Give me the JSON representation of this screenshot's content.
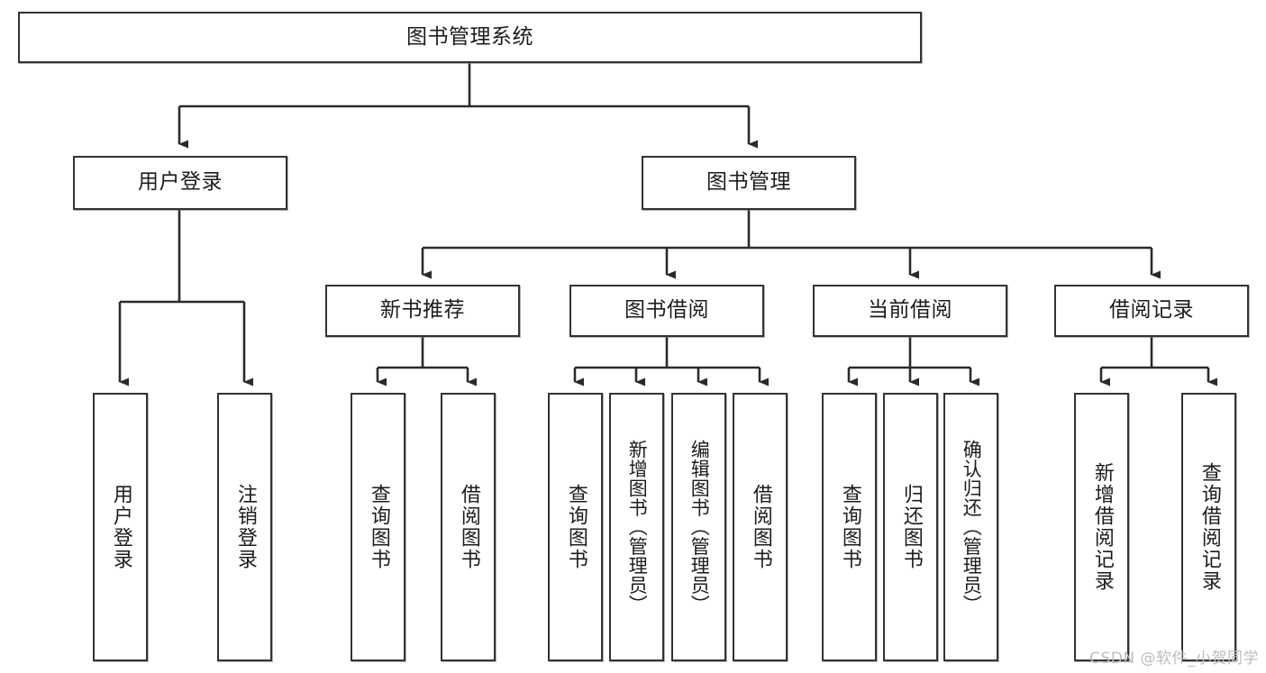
{
  "diagram": {
    "type": "tree-hierarchy-chart",
    "title": "图书管理系统",
    "root": {
      "id": "root",
      "label": "图书管理系统"
    },
    "level2": [
      {
        "id": "user-login",
        "label": "用户登录"
      },
      {
        "id": "book-manage",
        "label": "图书管理"
      }
    ],
    "level3": [
      {
        "id": "new-book-recommend",
        "label": "新书推荐",
        "parent": "book-manage"
      },
      {
        "id": "book-borrow",
        "label": "图书借阅",
        "parent": "book-manage"
      },
      {
        "id": "current-borrow",
        "label": "当前借阅",
        "parent": "book-manage"
      },
      {
        "id": "borrow-record",
        "label": "借阅记录",
        "parent": "book-manage"
      }
    ],
    "leaves": [
      {
        "id": "leaf-user-login",
        "label": "用户登录",
        "parent": "user-login"
      },
      {
        "id": "leaf-user-logout",
        "label": "注销登录",
        "parent": "user-login"
      },
      {
        "id": "leaf-query-book-1",
        "label": "查询图书",
        "parent": "new-book-recommend"
      },
      {
        "id": "leaf-borrow-book-1",
        "label": "借阅图书",
        "parent": "new-book-recommend"
      },
      {
        "id": "leaf-query-book-2",
        "label": "查询图书",
        "parent": "book-borrow"
      },
      {
        "id": "leaf-add-book",
        "label": "新增图书（管理员）",
        "parent": "book-borrow"
      },
      {
        "id": "leaf-edit-book",
        "label": "编辑图书（管理员）",
        "parent": "book-borrow"
      },
      {
        "id": "leaf-borrow-book-2",
        "label": "借阅图书",
        "parent": "book-borrow"
      },
      {
        "id": "leaf-query-book-3",
        "label": "查询图书",
        "parent": "current-borrow"
      },
      {
        "id": "leaf-return-book",
        "label": "归还图书",
        "parent": "current-borrow"
      },
      {
        "id": "leaf-confirm-return",
        "label": "确认归还（管理员）",
        "parent": "current-borrow"
      },
      {
        "id": "leaf-add-record",
        "label": "新增借阅记录",
        "parent": "borrow-record"
      },
      {
        "id": "leaf-query-record",
        "label": "查询借阅记录",
        "parent": "borrow-record"
      }
    ],
    "colors": {
      "box_border": "#333333",
      "box_fill": "#ffffff",
      "edge": "#2b2b2b",
      "text": "#1c1c1c",
      "watermark": "#bdbdbd",
      "background": "#ffffff"
    }
  },
  "watermark": {
    "text": "CSDN @软件_小贺同学"
  }
}
